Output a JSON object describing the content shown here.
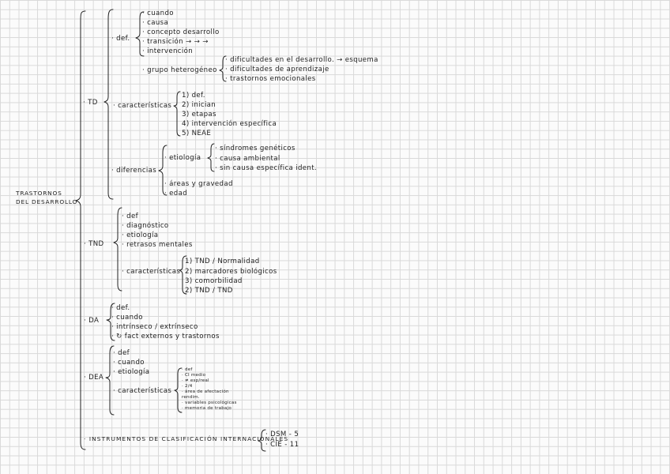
{
  "root": {
    "line1": "TRASTORNOS",
    "line2": "DEL DESARROLLO"
  },
  "td": {
    "label": "· TD",
    "def": {
      "label": "· def.",
      "items": [
        "· cuando",
        "· causa",
        "· concepto desarrollo",
        "· transición  → → →",
        "· intervención"
      ],
      "grupo": {
        "label": "· grupo heterogéneo",
        "items": [
          "· dificultades en el desarrollo. → esquema",
          "· dificultades de aprendizaje",
          "· trastornos emocionales"
        ]
      }
    },
    "caracteristicas": {
      "label": "· características",
      "items": [
        "1) def.",
        "2) inician",
        "3) etapas",
        "4) intervención específica",
        "5) NEAE"
      ]
    },
    "diferencias": {
      "label": "· diferencias",
      "etiologia": {
        "label": "· etiología",
        "items": [
          "· síndromes genéticos",
          "· causa ambiental",
          "· sin causa específica ident."
        ]
      },
      "areas": "· áreas y gravedad",
      "edad": "· edad"
    }
  },
  "tnd": {
    "label": "· TND",
    "items": [
      "· def",
      "· diagnóstico",
      "· etiología",
      "· retrasos mentales"
    ],
    "caracteristicas": {
      "label": "· características",
      "items": [
        "1) TND / Normalidad",
        "2) marcadores biológicos",
        "3) comorbilidad",
        "2) TND / TND"
      ]
    }
  },
  "da": {
    "label": "· DA",
    "items": [
      "· def.",
      "· cuando",
      "· intrínseco / extrínseco",
      "· ↻ fact externos y trastornos"
    ]
  },
  "dea": {
    "label": "· DEA",
    "items": [
      "· def",
      "· cuando",
      "· etiología"
    ],
    "caracteristicas": {
      "label": "· características",
      "items": [
        "· def",
        "· CI medio",
        "· ≠ esp/real",
        "· 2/4",
        "· área de afectación",
        "  rendim.",
        "· variables psicológicas",
        "· memoria de trabajo"
      ]
    }
  },
  "instrumentos": {
    "label": "· INSTRUMENTOS DE CLASIFICACIÓN INTERNACIONALES",
    "items": [
      "· DSM - 5",
      "· CIE - 11"
    ]
  }
}
